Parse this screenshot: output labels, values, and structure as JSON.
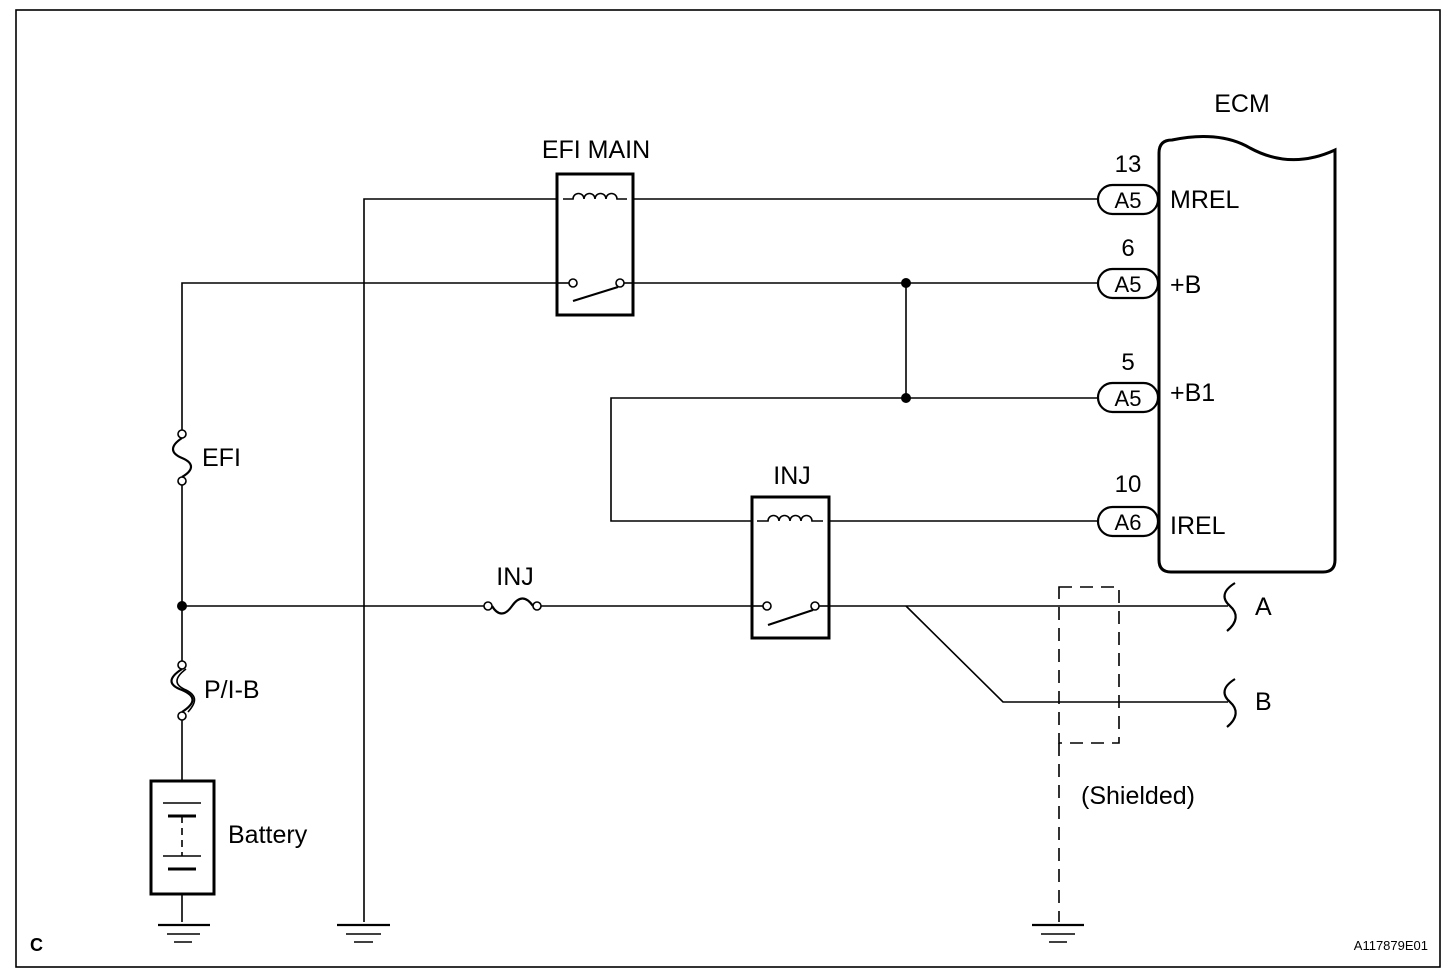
{
  "labels": {
    "ecm": "ECM",
    "efi_main_relay": "EFI MAIN",
    "inj_relay": "INJ",
    "efi_fuse": "EFI",
    "inj_fuse": "INJ",
    "pib_fuse": "P/I-B",
    "battery": "Battery",
    "shielded": "(Shielded)",
    "out_a": "A",
    "out_b": "B",
    "corner": "C",
    "code": "A117879E01"
  },
  "ecm_terminals": [
    {
      "pin": "13",
      "connector": "A5",
      "name": "MREL"
    },
    {
      "pin": "6",
      "connector": "A5",
      "name": "+B"
    },
    {
      "pin": "5",
      "connector": "A5",
      "name": "+B1"
    },
    {
      "pin": "10",
      "connector": "A6",
      "name": "IREL"
    }
  ]
}
